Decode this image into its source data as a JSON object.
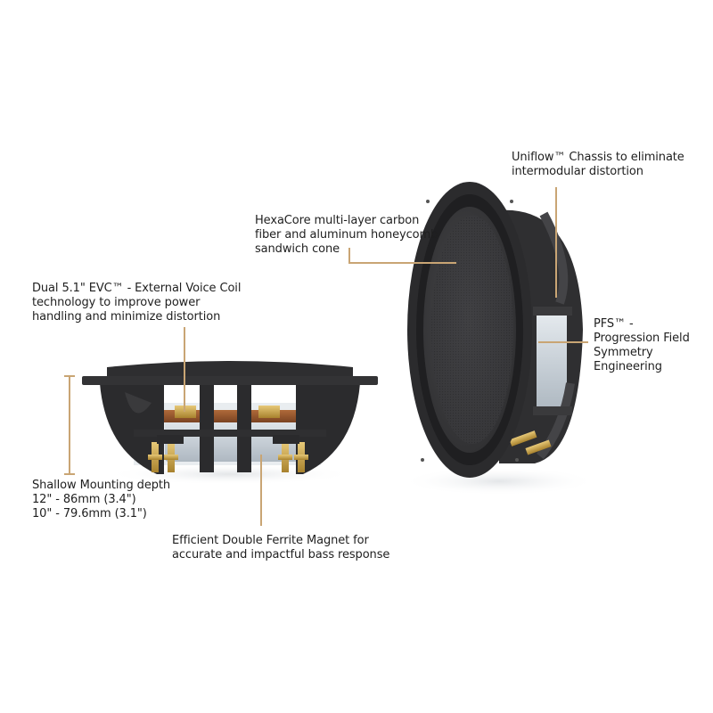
{
  "colors": {
    "background": "#ffffff",
    "callout_line": "#c9a574",
    "text": "#1f1f1f",
    "speaker_body": "#2b2b2d",
    "cone": "#3a3a3c",
    "gold_terminal": "#c8a24a",
    "magnet": "#cfd6dd"
  },
  "callouts": {
    "uniflow": [
      "Uniflow™ Chassis to eliminate",
      "intermodular distortion"
    ],
    "hexacore": [
      "HexaCore multi-layer carbon",
      "fiber and aluminum honeycomb",
      "sandwich cone"
    ],
    "evc": [
      "Dual 5.1\" EVC™ - External Voice Coil",
      "technology to improve power",
      "handling and minimize distortion"
    ],
    "pfs": [
      "PFS™ -",
      "Progression Field",
      "Symmetry",
      "Engineering"
    ],
    "depth": [
      "Shallow Mounting depth",
      "12\" - 86mm (3.4\")",
      "10\" - 79.6mm (3.1\")"
    ],
    "magnet": [
      "Efficient Double Ferrite Magnet for",
      "accurate and impactful bass response"
    ]
  }
}
